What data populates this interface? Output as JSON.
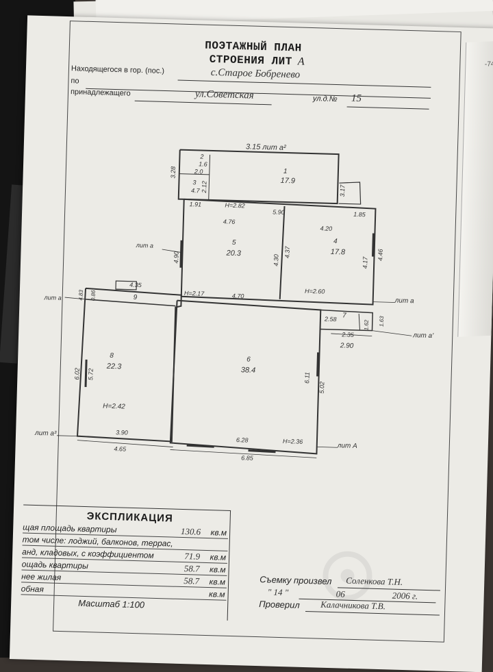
{
  "document": {
    "title_line1": "ПОЭТАЖНЫЙ ПЛАН",
    "title_line2": "СТРОЕНИЯ ЛИТ",
    "title_letter": "А",
    "located_label": "Находящегося в гор. (пос.)",
    "located_value": "с.Старое Бобренево",
    "po_label": "по",
    "owned_label": "принадлежащего",
    "street_value": "ул.Советская",
    "house_label": "ул.д.№",
    "house_value": "15",
    "curl_text": "-74"
  },
  "plan": {
    "top_block_label": "3.15 лит а²",
    "rooms": [
      {
        "num": "1",
        "area": "17.9"
      },
      {
        "num": "2",
        "area": "1.6"
      },
      {
        "num": "3",
        "area": "4.7"
      },
      {
        "num": "4",
        "area": "17.8"
      },
      {
        "num": "5",
        "area": "20.3"
      },
      {
        "num": "6",
        "area": "38.4"
      },
      {
        "num": "7",
        "area": ""
      },
      {
        "num": "8",
        "area": "22.3"
      },
      {
        "num": "9",
        "area": ""
      }
    ],
    "dims": {
      "d_2_0": "2.0",
      "d_3_28": "3.28",
      "d_2_12": "2.12",
      "d_1_91": "1.91",
      "d_h282": "H=2.82",
      "d_5_90": "5.90",
      "d_1_85": "1.85",
      "d_3_17": "3.17",
      "d_4_76": "4.76",
      "d_4_20": "4.20",
      "d_4_90a": "4.90",
      "d_4_30": "4.30",
      "d_4_37": "4.37",
      "d_4_17": "4.17",
      "d_4_46": "4.46",
      "d_h260": "H=2.60",
      "d_h217": "H=2.17",
      "d_4_70": "4.70",
      "d_4_35": "4.35",
      "d_0_86": "0.86",
      "d_4_83": "4.83",
      "d_2_58": "2.58",
      "d_1_62": "1.62",
      "d_1_63": "1.63",
      "d_2_35": "2.35",
      "d_2_90": "2.90",
      "d_6_02": "6.02",
      "d_5_72": "5.72",
      "d_h242": "H=2.42",
      "d_3_90": "3.90",
      "d_4_65": "4.65",
      "d_6_11": "6.11",
      "d_5_02": "5.02",
      "d_6_28": "6.28",
      "d_h236": "H=2.36",
      "d_6_85": "6.85"
    },
    "labels": {
      "lit_a_left": "лит а",
      "lit_a3_left": "лит а³",
      "lit_a_right": "лит а",
      "lit_a1_right": "лит а'",
      "lit_A_bottom": "лит А",
      "lit_a_left_mid": "лит а"
    }
  },
  "explication": {
    "title": "ЭКСПЛИКАЦИЯ",
    "rows": [
      {
        "label": "щая площадь квартиры",
        "value": "130.6",
        "unit": "кв.м"
      },
      {
        "label": "том числе: лоджий, балконов, террас,",
        "value": "",
        "unit": ""
      },
      {
        "label": "анд, кладовых, с коэффициентом",
        "value": "71.9",
        "unit": "кв.м"
      },
      {
        "label": "ощадь квартиры",
        "value": "58.7",
        "unit": "кв.м"
      },
      {
        "label": "нее жилая",
        "value": "58.7",
        "unit": "кв.м"
      },
      {
        "label": "обная",
        "value": "",
        "unit": "кв.м"
      }
    ],
    "scale": "Масштаб 1:100"
  },
  "signatures": {
    "survey_label": "Съемку произвел",
    "survey_value": "Соленкова Т.Н.",
    "date_day": "14",
    "date_month": "06",
    "date_year": "2006 г.",
    "checked_label": "Проверил",
    "checked_value": "Калачникова Т.В."
  }
}
